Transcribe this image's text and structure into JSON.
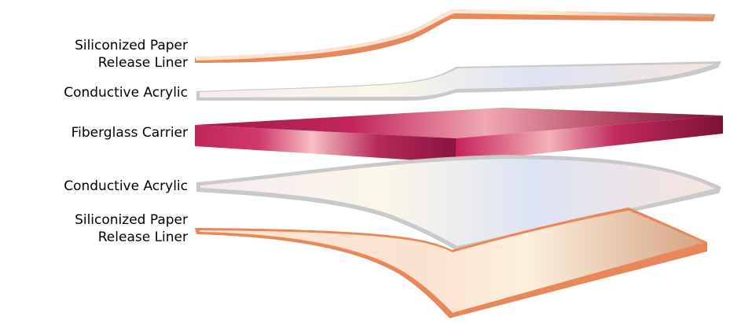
{
  "diagram": {
    "labels": {
      "liner_top": [
        "Siliconized Paper",
        "Release Liner"
      ],
      "acrylic_top": [
        "Conductive Acrylic"
      ],
      "carrier": [
        "Fiberglass Carrier"
      ],
      "acrylic_bottom": [
        "Conductive Acrylic"
      ],
      "liner_bottom": [
        "Siliconized Paper",
        "Release Liner"
      ]
    },
    "colors": {
      "liner_edge": "#e8885a",
      "liner_fill_light": "#fde9d9",
      "liner_fill_dark": "#d9a07c",
      "acrylic_edge": "#c7c7c7",
      "acrylic_fill_a": "#f7ecf2",
      "acrylic_fill_b": "#dce3f3",
      "acrylic_fill_c": "#fbf6e6",
      "carrier_dark": "#8c1440",
      "carrier_mid": "#c2255c",
      "carrier_light": "#f3b3b8"
    }
  }
}
